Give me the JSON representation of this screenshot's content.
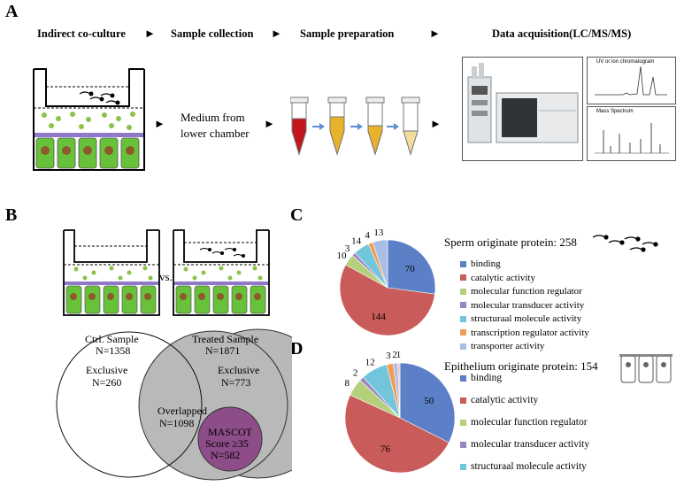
{
  "panels": {
    "a": "A",
    "b": "B",
    "c": "C",
    "d": "D"
  },
  "workflow": {
    "step1": "Indirect co-culture",
    "step2": "Sample collection",
    "step3": "Sample preparation",
    "step4": "Data acquisition(LC/MS/MS)",
    "medium_line1": "Medium from",
    "medium_line2": "lower chamber",
    "chromatogram_label": "UV or ion chromatogram",
    "spectrum_label": "Mass Spectrum"
  },
  "comparison": {
    "vs": "vs."
  },
  "venn": {
    "ctrl_title": "Ctrl. Sample",
    "ctrl_n": "N=1358",
    "treated_title": "Treated Sample",
    "treated_n": "N=1871",
    "excl_ctrl": "Exclusive",
    "excl_ctrl_n": "N=260",
    "excl_treated": "Exclusive",
    "excl_treated_n": "N=773",
    "overlap": "Overlapped",
    "overlap_n": "N=1098",
    "mascot1": "MASCOT",
    "mascot2": "Score ≥35",
    "mascot_n": "N=582"
  },
  "chart_data": [
    {
      "type": "pie",
      "title": "Sperm originate protein: 258",
      "categories": [
        "binding",
        "catalytic activity",
        "molecular function regulator",
        "molecular transducer activity",
        "structuraal molecule activity",
        "transcription regulator activity",
        "transporter activity"
      ],
      "values": [
        70,
        144,
        10,
        3,
        14,
        4,
        13
      ],
      "colors": [
        "#5b80c7",
        "#c95b5a",
        "#b5d07a",
        "#9a84c2",
        "#72c6dc",
        "#ef9c55",
        "#a9bde6"
      ]
    },
    {
      "type": "pie",
      "title": "Epithelium originate protein: 154",
      "categories": [
        "binding",
        "catalytic activity",
        "molecular function regulator",
        "molecular transducer activity",
        "structuraal molecule activity",
        "transcription regulator activity",
        "transporter activity"
      ],
      "values": [
        50,
        76,
        8,
        2,
        12,
        3,
        2,
        1
      ],
      "colors": [
        "#5b80c7",
        "#c95b5a",
        "#b5d07a",
        "#9a84c2",
        "#72c6dc",
        "#ef9c55",
        "#a9bde6",
        "#f2c0bf"
      ],
      "legend_shown": [
        "binding",
        "catalytic activity",
        "molecular function regulator",
        "molecular transducer activity",
        "structuraal molecule activity"
      ]
    }
  ]
}
